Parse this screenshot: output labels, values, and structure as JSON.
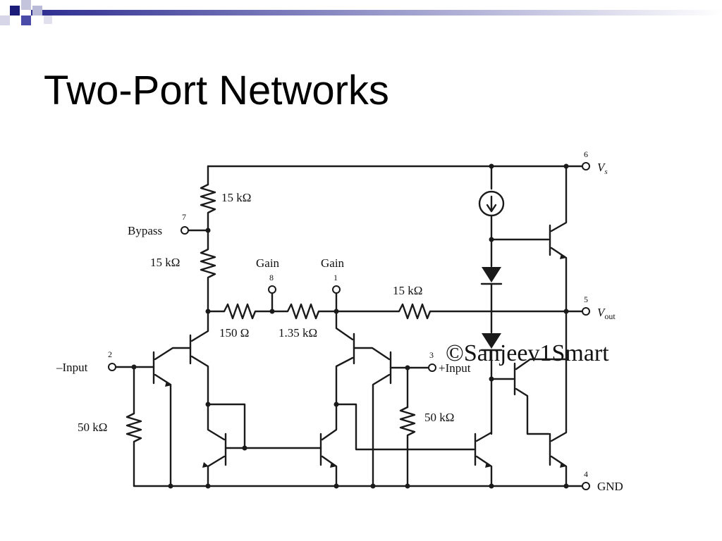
{
  "slide": {
    "title": "Two-Port Networks"
  },
  "watermark": "©Sanjeev1Smart",
  "colors": {
    "accent_dark": "#1b1b7a",
    "accent_mid": "#4a4aa8",
    "accent_light": "#b9b9d8",
    "ink": "#1a1a1a"
  },
  "circuit": {
    "components": {
      "r_top": "15 kΩ",
      "r_bypass": "15 kΩ",
      "r_150": "150 Ω",
      "r_135": "1.35 kΩ",
      "r_feedback": "15 kΩ",
      "r_in_neg": "50 kΩ",
      "r_in_pos": "50 kΩ"
    },
    "pins": {
      "bypass": {
        "num": "7",
        "label": "Bypass"
      },
      "gain8": {
        "num": "8",
        "label": "Gain"
      },
      "gain1": {
        "num": "1",
        "label": "Gain"
      },
      "vs": {
        "num": "6",
        "label": "V",
        "sub": "s"
      },
      "vout": {
        "num": "5",
        "label": "V",
        "sub": "out"
      },
      "neg_input": {
        "num": "2",
        "label": "–Input"
      },
      "pos_input": {
        "num": "3",
        "label": "+Input"
      },
      "gnd": {
        "num": "4",
        "label": "GND"
      }
    }
  }
}
